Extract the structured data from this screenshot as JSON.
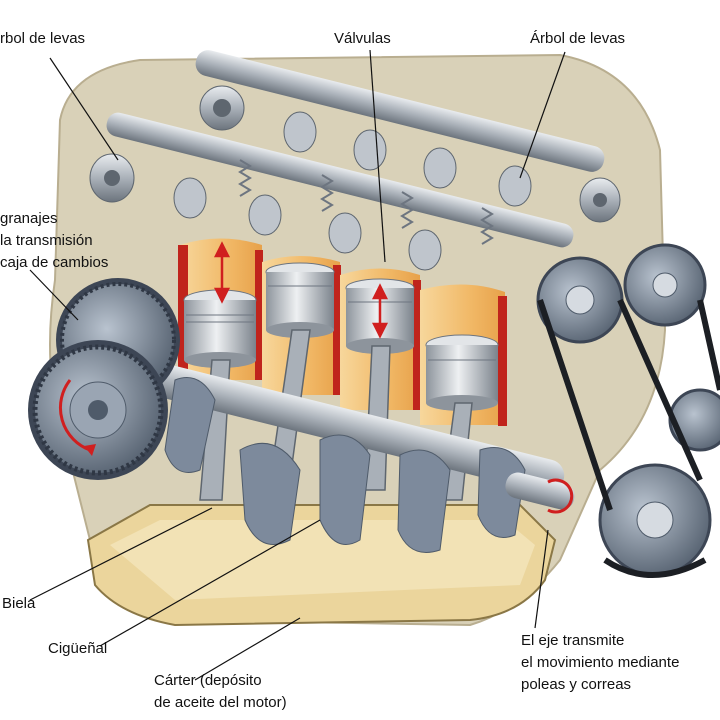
{
  "labels": {
    "arbol_left": "rbol de levas",
    "valvulas": "Válvulas",
    "arbol_right": "Árbol de levas",
    "engranajes": [
      "granajes",
      "la transmisión",
      "caja de cambios"
    ],
    "biela": "Biela",
    "ciguenal": "Cigüeñal",
    "carter": [
      "Cárter (depósito",
      "de aceite del motor)"
    ],
    "eje": [
      "El eje transmite",
      "el movimiento mediante",
      "poleas y correas"
    ]
  },
  "colors": {
    "background_blob": "#d9d1b8",
    "cylinder_red": "#c0241c",
    "cylinder_inner": "#f3c27a",
    "metal": "#c8ccd2",
    "metal_dark": "#6d7580",
    "gear_blue": "#7d8a9c",
    "oil": "#e2c98a",
    "arrow_red": "#d01f1f"
  }
}
